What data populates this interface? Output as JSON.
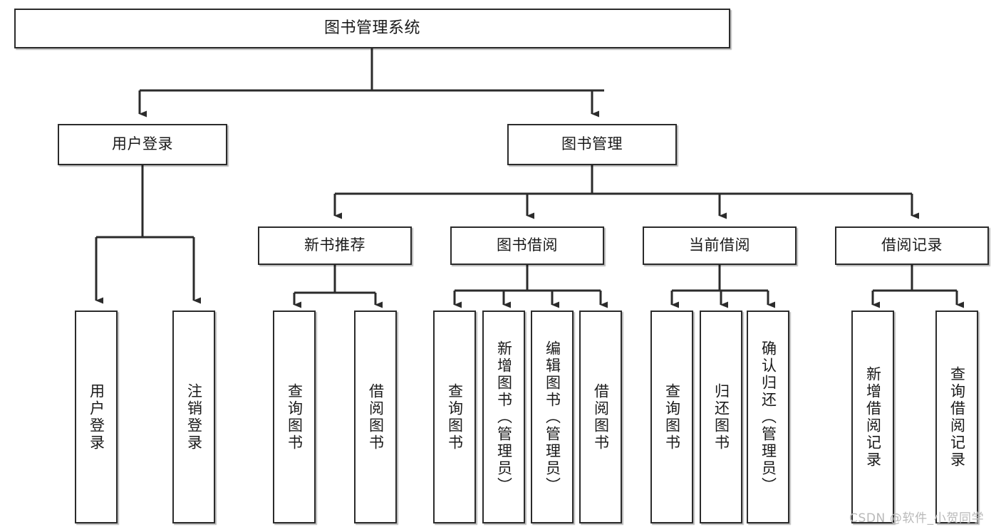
{
  "diagram": {
    "title": "图书管理系统",
    "type": "tree-hierarchy",
    "orientation": "top-down",
    "colors": {
      "box_border": "#2b2b2b",
      "box_fill": "#ffffff",
      "connector": "#2b2b2b",
      "text": "#1a1a1a",
      "watermark": "#b9b9b9",
      "background": "#ffffff"
    },
    "nodes": {
      "root": {
        "label": "图书管理系统"
      },
      "level1": [
        {
          "label": "用户登录"
        },
        {
          "label": "图书管理"
        }
      ],
      "level2": [
        {
          "label": "新书推荐"
        },
        {
          "label": "图书借阅"
        },
        {
          "label": "当前借阅"
        },
        {
          "label": "借阅记录"
        }
      ],
      "leaves_user_login": [
        {
          "label": "用户登录"
        },
        {
          "label": "注销登录"
        }
      ],
      "leaves_new_book": [
        {
          "label": "查询图书"
        },
        {
          "label": "借阅图书"
        }
      ],
      "leaves_borrow": [
        {
          "label": "查询图书"
        },
        {
          "label": "新增图书（管理员）"
        },
        {
          "label": "编辑图书（管理员）"
        },
        {
          "label": "借阅图书"
        }
      ],
      "leaves_current": [
        {
          "label": "查询图书"
        },
        {
          "label": "归还图书"
        },
        {
          "label": "确认归还（管理员）"
        }
      ],
      "leaves_records": [
        {
          "label": "新增借阅记录"
        },
        {
          "label": "查询借阅记录"
        }
      ]
    },
    "watermark": "CSDN @软件_小贺同学"
  }
}
